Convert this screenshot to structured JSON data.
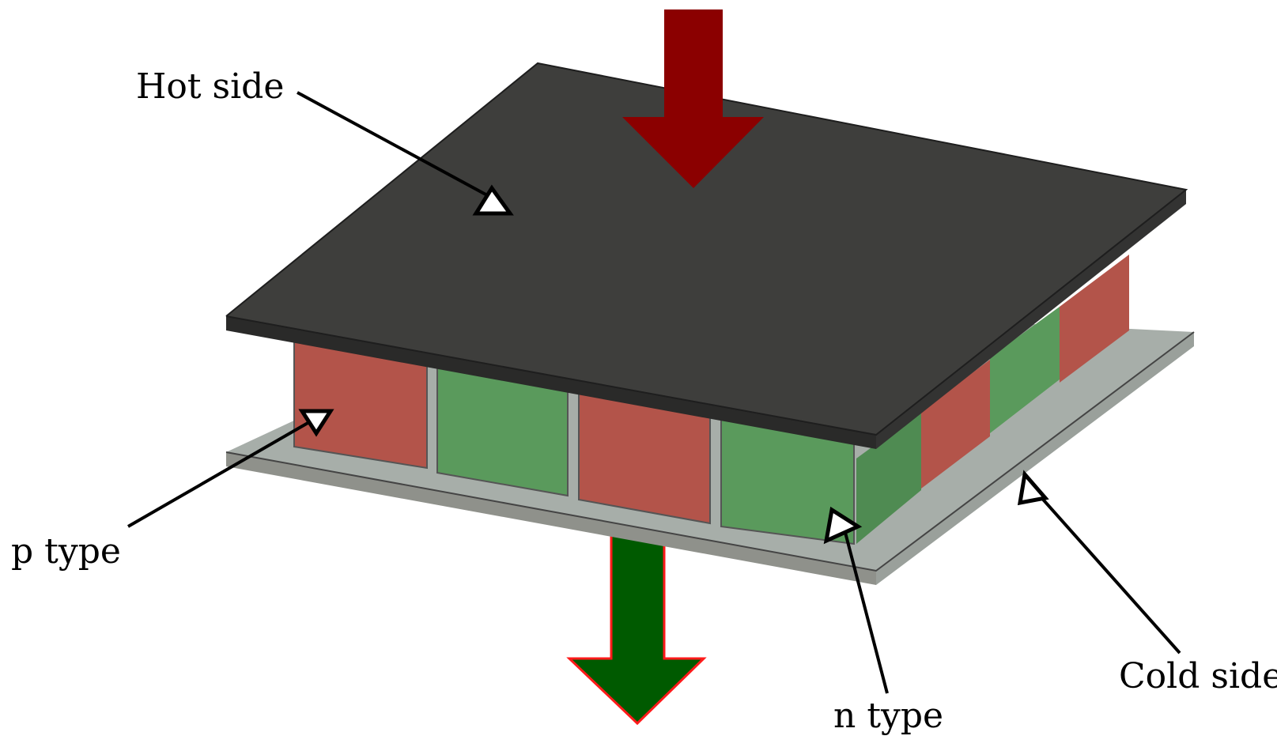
{
  "labels": {
    "hot_side": "Hot side",
    "p_type": "p type",
    "n_type": "n type",
    "cold_side": "Cold side"
  },
  "colors": {
    "hot_plate": "#3e3e3c",
    "hot_plate_edge": "#2a2a29",
    "cold_plate": "#a7aea9",
    "cold_plate_edge": "#8f918b",
    "p_type": "#b3544a",
    "n_type": "#5a9a5c",
    "heat_in_arrow": "#8b0000",
    "heat_out_arrow": "#005a00",
    "heat_out_outline": "#ff1a1a"
  }
}
